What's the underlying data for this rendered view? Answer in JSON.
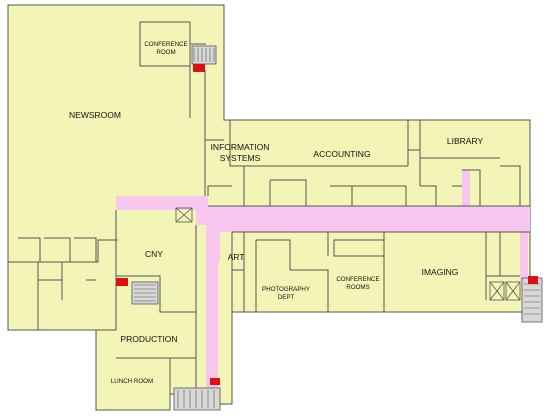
{
  "colors": {
    "floor": "#f2f5b6",
    "corridor": "#f7c7ef",
    "wall": "#555555",
    "stair": "#d8d8d8",
    "exit_marker": "#e01010"
  },
  "labels": {
    "conference_room_top": "CONFERENCE ROOM",
    "newsroom": "NEWSROOM",
    "information_systems": "INFORMATION SYSTEMS",
    "accounting": "ACCOUNTING",
    "library": "LIBRARY",
    "cny": "CNY",
    "art": "ART",
    "photography_dept": "PHOTOGRAPHY DEPT",
    "conference_rooms": "CONFERENCE ROOMS",
    "imaging": "IMAGING",
    "production": "PRODUCTION",
    "lunch_room": "LUNCH ROOM"
  }
}
